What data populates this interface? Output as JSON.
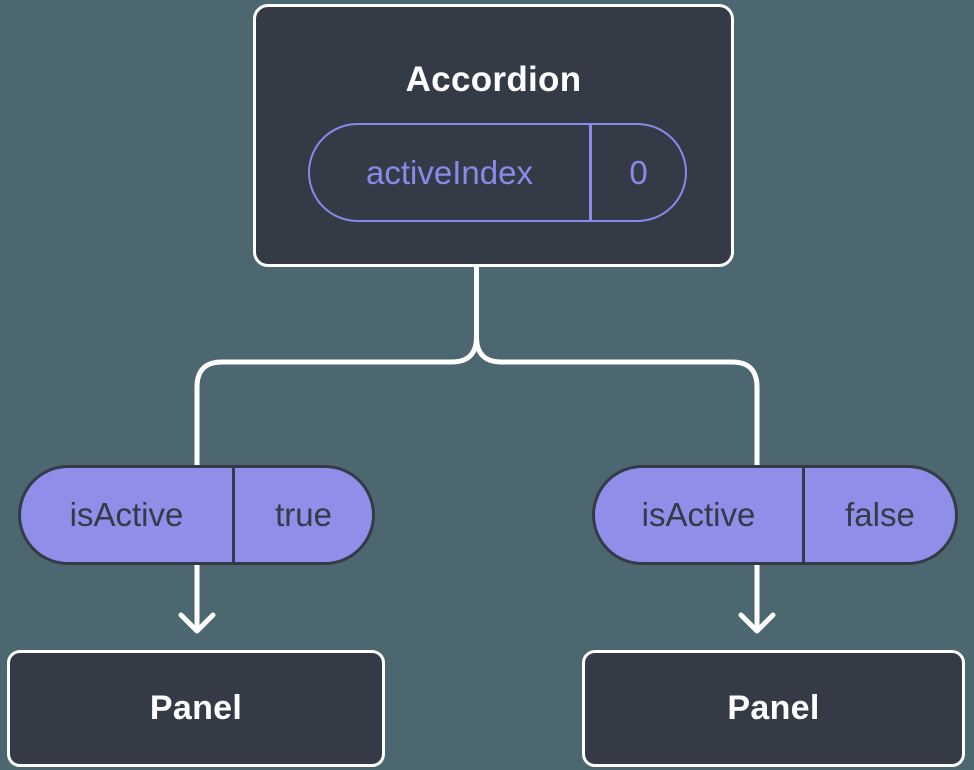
{
  "canvas": {
    "background": "#4C6770"
  },
  "colors": {
    "background": "#4C6770",
    "node_fill": "#343A46",
    "node_border": "#FFFFFF",
    "connector": "#FFFFFF",
    "purple_accent": "#878BE9",
    "pill_fill": "#8F8FE9",
    "pill_dark_text": "#343A46",
    "title_text": "#FFFFFF"
  },
  "diagram": {
    "root": {
      "title": "Accordion",
      "prop": {
        "name": "activeIndex",
        "value": "0"
      }
    },
    "children": [
      {
        "prop": {
          "name": "isActive",
          "value": "true"
        },
        "node": {
          "title": "Panel"
        }
      },
      {
        "prop": {
          "name": "isActive",
          "value": "false"
        },
        "node": {
          "title": "Panel"
        }
      }
    ]
  }
}
